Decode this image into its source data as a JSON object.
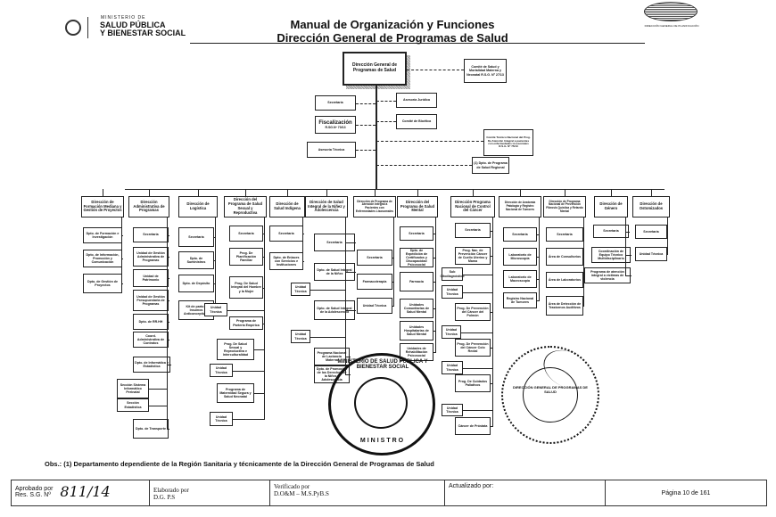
{
  "header": {
    "ministry_small": "MINISTERIO DE",
    "ministry_line1": "SALUD PÚBLICA",
    "ministry_line2": "Y BIENESTAR SOCIAL",
    "title_line1": "Manual de Organización y Funciones",
    "title_line2": "Dirección General de Programas de Salud",
    "right_logo_caption": "DIRECCIÓN GENERAL DE PLANIFICACIÓN"
  },
  "top": {
    "main": "Dirección General de Programas de Salud",
    "comite_salud": "Comité de Salud y Mortalidad Materna y Neonatal R.S.G. Nº 27/13",
    "secretaria": "Secretaría",
    "asesoria_juridica": "Asesoría Jurídica",
    "fiscalizacion": "Fiscalización",
    "fiscalizacion_res": "R.SG.Nº 70/13",
    "comite_bioetica": "Comité de Bioética",
    "asesoria_tecnica": "Asesoría Técnica",
    "comite_tecnico": "Comité Técnico Nacional del Prog. De Atención Integral a pacientes con enfermedades Lisosomales R.S.G. Nº 75/13",
    "dpto_regional": "(1) Dpto. de Programa de Salud Regional"
  },
  "directions": [
    {
      "label": "Dirección de Formación Mediana y Gestión de Proyectos",
      "children": [
        "Dpto. de Formación e Investigación",
        "Dpto. de Información, Promoción y Comunicación",
        "Dpto. de Gestión de Proyectos"
      ]
    },
    {
      "label": "Dirección Administrativa de Programas",
      "children": [
        "Secretaría",
        "Unidad de Gestión Administrativa de Programas",
        "Unidad de Patrimonio",
        "Unidad de Gestión Presupuestaria de Programas",
        "Dpto. de RR.HH",
        "Coord. Administrativa de Contratos",
        "Dpto. de Informática y Estadística",
        "Sección Sistema Informático Perinatal",
        "Sección Estadística",
        "Dpto. de Transporte"
      ]
    },
    {
      "label": "Dirección de Logística",
      "children": [
        "Secretaría",
        "Dpto. de Suministros",
        "Dpto. de Depósito",
        "Kit de parto e Insumos Anticonceptivos"
      ]
    },
    {
      "label": "Dirección del Programa de Salud Sexual y Reproductiva",
      "children": [
        "Secretaría",
        "Prog. De Planificación Familiar",
        "Prog. De Salud Integral del Hombre y la Mujer",
        "Unidad Técnica",
        "Programa de Parteria Empírica",
        "Prog. De Salud Sexual y Reproductiva e Interculturalidad",
        "Unidad Técnica",
        "Programa de Maternidad Segura y Salud Neonatal",
        "Unidad Técnica"
      ]
    },
    {
      "label": "Dirección de Salud Indígena",
      "children": [
        "Secretaría",
        "Dpto. de Enlaces con Servicios e Instituciones"
      ]
    },
    {
      "label": "Dirección de Salud Integral de la Niñez y Adolescencia",
      "children": [
        "Secretaría",
        "Dpto. de Salud Integral de la Niñez",
        "Unidad Técnica",
        "Dpto. de Salud Integral de la Adolescencia",
        "Unidad Técnica",
        "Programa Nacional de Lactancia Materna",
        "Dpto. de Promoción de los Derechos de la Niñez y Adolescencia"
      ]
    },
    {
      "label": "Dirección de Programa de Atención Integral a Pacientes con Enfermedades Lisosomales",
      "children": [
        "Secretaría",
        "Farmacoterapia",
        "Unidad Técnica"
      ]
    },
    {
      "label": "Dirección del Programa de Salud Mental",
      "children": [
        "Secretaría",
        "Dpto. de Expedición de Certificados y Discapacidad Psicosocial",
        "Farmacia",
        "Unidades Comunitarias de Salud Mental",
        "Unidades Hospitalarias de Salud Mental",
        "Unidades de Rehabilitación Psicosocial"
      ]
    },
    {
      "label": "Dirección Programa Nacional de Control del Cáncer",
      "children": [
        "Secretaría",
        "Prog. Nac. de Prevención Cáncer de Cuello Uterino y Mama",
        "Sub Citodiagnóstico",
        "Unidad Técnica",
        "Prog. De Prevención del Cáncer del Pulmón",
        "Unidad Técnica",
        "Prog. De Prevención del Cáncer Colo Rectal",
        "Unidad Técnica",
        "Prog. De Cuidados Paliativos",
        "Unidad Técnica",
        "Cáncer de Próstata"
      ]
    },
    {
      "label": "Dirección de Anatomía Patología y Registro Nacional de Tumores",
      "children": [
        "Secretaría",
        "Laboratorio de Microscopía",
        "Laboratorio de Macroscopía",
        "Registro Nacional de Tumores"
      ]
    },
    {
      "label": "Dirección de Programa Nacional de Prevención Fibrosis Quística y Retardo Mental",
      "children": [
        "Secretaría",
        "Área de Consultorios",
        "Área de Laboratorios",
        "Área de Detección de Trastornos Auditivos"
      ]
    },
    {
      "label": "Dirección de Género",
      "children": [
        "Secretaría",
        "Coordinación de Equipo Técnico Multidisciplinario",
        "Programa de atención integral a víctimas de violencia"
      ]
    },
    {
      "label": "Dirección de Ostomizados",
      "children": [
        "Secretaría",
        "Unidad Técnica"
      ]
    }
  ],
  "observation": "Obs.: (1) Departamento dependiente de la Región Sanitaria y técnicamente de la Dirección General de Programas de Salud",
  "footer": {
    "aprobado_label1": "Aprobado por",
    "aprobado_label2": "Res. S.G. Nº",
    "aprobado_value": "811/14",
    "elaborado_label": "Elaborado por",
    "elaborado_value": "D.G. P.S",
    "verificado_label": "Verificado por",
    "verificado_value": "D.O&M – M.S.PyB.S",
    "actualizado_label": "Actualizado por:",
    "pagina": "Página 10 de 161"
  },
  "seals": {
    "seal1_text": "MINISTERIO DE SALUD PÚBLICA Y BIENESTAR SOCIAL",
    "seal1_bottom": "MINISTRO",
    "seal2_text": "DIRECCIÓN GENERAL DE PROGRAMAS DE SALUD"
  }
}
